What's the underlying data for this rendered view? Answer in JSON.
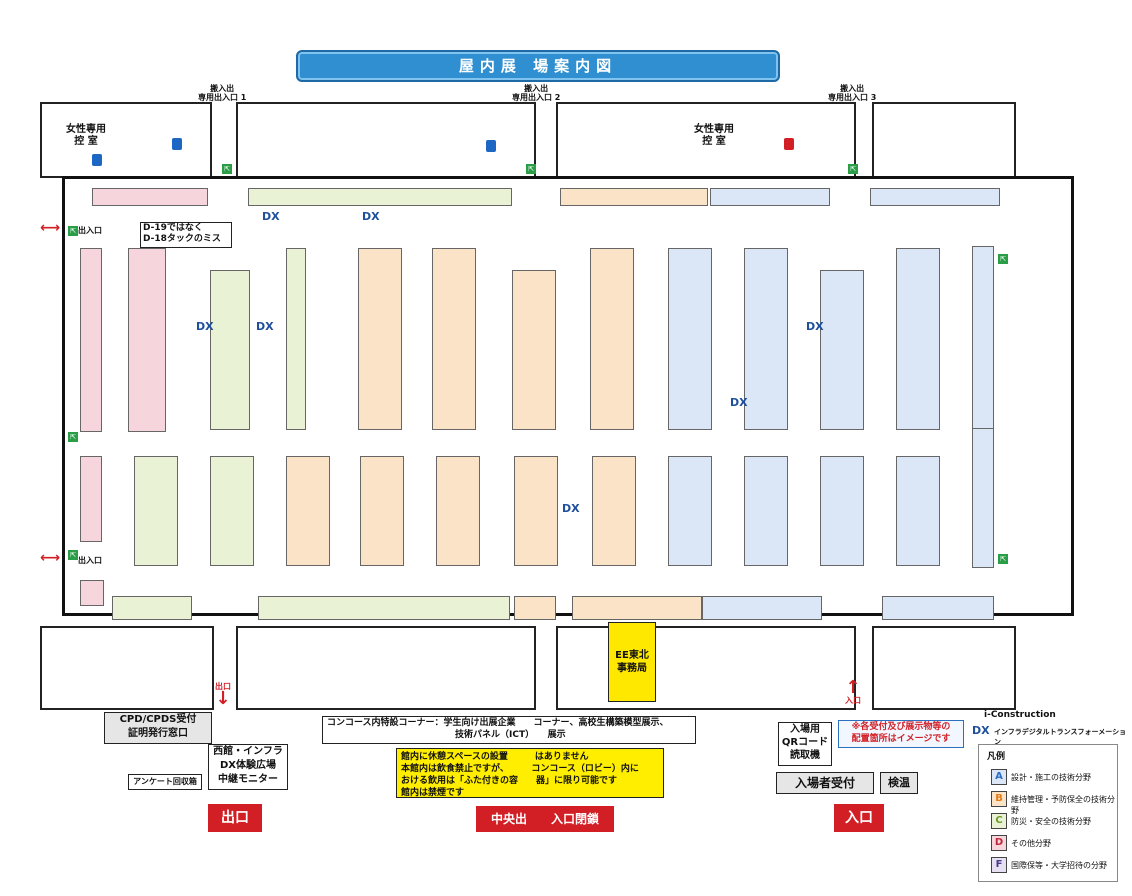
{
  "title": "屋内展 場案内図",
  "entrances": [
    {
      "label_1": "搬入出",
      "label_2": "専用出入口 1"
    },
    {
      "label_1": "搬入出",
      "label_2": "専用出入口 2"
    },
    {
      "label_1": "搬入出",
      "label_2": "専用出入口 3"
    }
  ],
  "women_room_1": {
    "l1": "女性専用",
    "l2": "控 室"
  },
  "women_room_2": {
    "l1": "女性専用",
    "l2": "控 室"
  },
  "side_doors": {
    "top": "出入口",
    "bottom": "出入口"
  },
  "note_callout": {
    "l1": "D-19ではなく",
    "l2": "D-18タックのミス"
  },
  "dx_label": "DX",
  "exit_arrow_label": "出口",
  "entry_arrow_label": "入口",
  "ee_office": {
    "l1": "EE東北",
    "l2": "事務局"
  },
  "cpd_box": {
    "l1": "CPD/CPDS受付",
    "l2": "証明発行窓口"
  },
  "concourse": {
    "l1": "コンコース内特設コーナー：学生向け出展企業　　コーナー、高校生構築模型展示、",
    "l2": "技術パネル（ICT）　　展示"
  },
  "west_hall": {
    "l1": "西館・インフラ",
    "l2": "DX体験広場",
    "l3": "中継モニター"
  },
  "survey": "アンケート回収箱",
  "notice": {
    "l1": "館内に休憩スペースの設置　　　はありません",
    "l2": "本館内は飲食禁止ですが、　　　コンコース（ロビー）内に",
    "l3": "おける飲用は「ふた付きの容　　器」に限り可能です",
    "l4": "館内は禁煙です"
  },
  "qr_box": {
    "l1": "入場用",
    "l2": "QRコード",
    "l3": "読取機"
  },
  "reception": "入場者受付",
  "temperature": "検温",
  "image_note": {
    "l1": "※各受付及び展示物等の",
    "l2": "配置箇所はイメージです"
  },
  "exit_button": "出口",
  "center_button": "中央出　　入口閉鎖",
  "entry_button": "入口",
  "brand": {
    "l1": "i-Construction",
    "dx": "DX",
    "l2": "インフラデジタルトランスフォーメーション"
  },
  "legend": {
    "title": "凡例",
    "items": [
      {
        "key": "A",
        "text": "設計・施工の技術分野",
        "color": "#dbe6f6",
        "text_color": "#2a6fc0"
      },
      {
        "key": "B",
        "text": "維持管理・予防保全の技術分野",
        "color": "#fbe3c8",
        "text_color": "#e07b16"
      },
      {
        "key": "C",
        "text": "防災・安全の技術分野",
        "color": "#eaf2d6",
        "text_color": "#6d9b2a"
      },
      {
        "key": "D",
        "text": "その他分野",
        "color": "#f6d6dc",
        "text_color": "#c0263a"
      },
      {
        "key": "F",
        "text": "国際保等・大学招待の分野",
        "color": "#e6e0f2",
        "text_color": "#4a3a8a"
      }
    ]
  }
}
